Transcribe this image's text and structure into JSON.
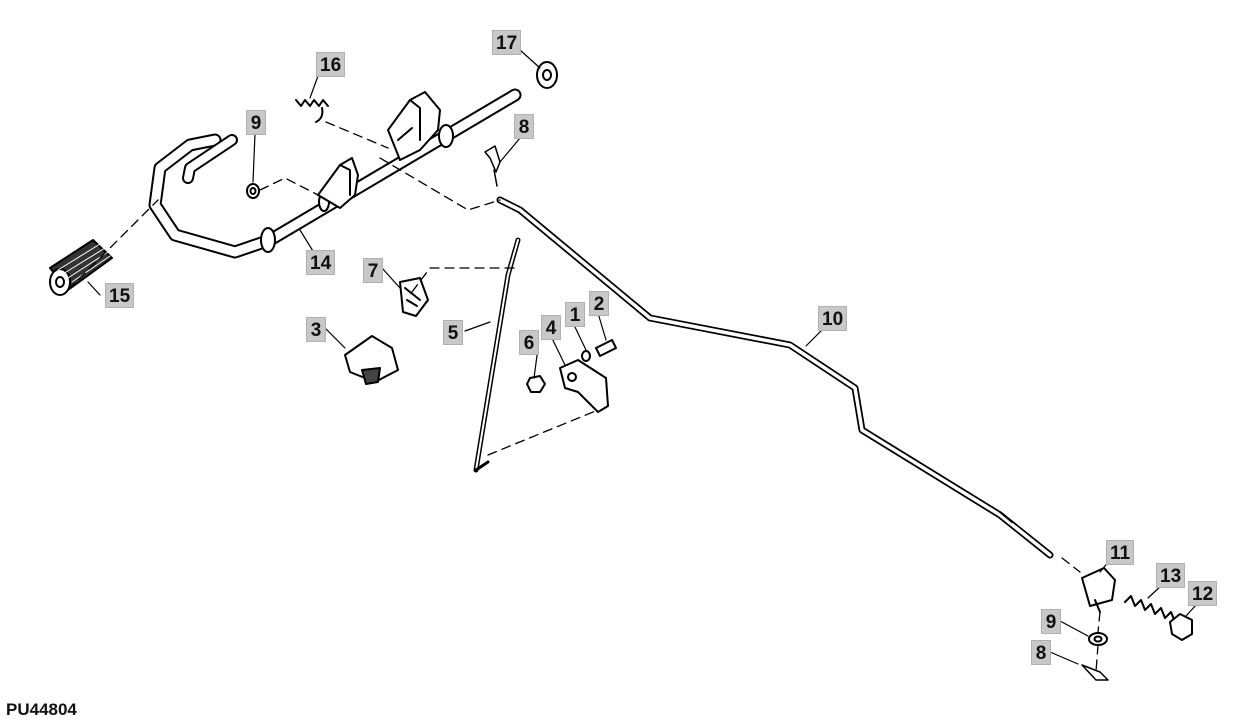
{
  "figure_id": "PU44804",
  "callouts": {
    "c1": "1",
    "c2": "2",
    "c3": "3",
    "c4": "4",
    "c5": "5",
    "c6": "6",
    "c7": "7",
    "c8a": "8",
    "c8b": "8",
    "c9a": "9",
    "c9b": "9",
    "c10": "10",
    "c11": "11",
    "c12": "12",
    "c13": "13",
    "c14": "14",
    "c15": "15",
    "c16": "16",
    "c17": "17"
  }
}
